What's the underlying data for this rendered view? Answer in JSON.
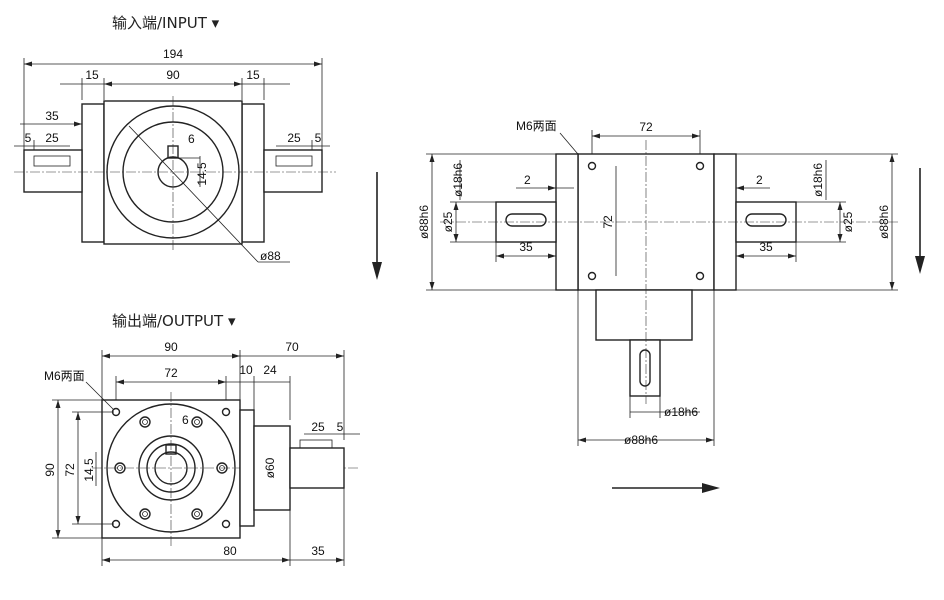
{
  "input_view": {
    "title": "输入端/INPUT ▾",
    "dims": {
      "overall": "194",
      "flange_left": "15",
      "body": "90",
      "flange_right": "15",
      "shaft_left": "35",
      "shaft_left_a": "5",
      "shaft_left_b": "25",
      "shaft_right_b": "25",
      "shaft_right_a": "5",
      "key": "6",
      "key_depth": "14.5",
      "bore": "ø88"
    }
  },
  "output_view": {
    "title": "输出端/OUTPUT ▾",
    "dims": {
      "body": "90",
      "shaft_total": "70",
      "hole_spacing": "72",
      "flange": "10",
      "boss": "24",
      "shaft_a": "25",
      "shaft_b": "5",
      "height": "90",
      "height_holes": "72",
      "key_depth": "14.5",
      "key": "6",
      "boss_dia": "ø60",
      "bottom_body": "80",
      "bottom_shaft": "35",
      "thread_label": "M6两面"
    }
  },
  "side_view": {
    "dims": {
      "hole_spacing": "72",
      "thread_label": "M6两面",
      "left_shaft_dia": "ø18h6",
      "left_step": "2",
      "left_outer": "ø88h6",
      "left_key": "ø25",
      "left_len": "35",
      "vertical_holes": "72",
      "right_step": "2",
      "right_shaft_dia": "ø18h6",
      "right_key": "ø25",
      "right_len": "35",
      "right_outer": "ø88h6",
      "out_shaft_dia": "ø18h6",
      "out_outer": "ø88h6"
    }
  }
}
